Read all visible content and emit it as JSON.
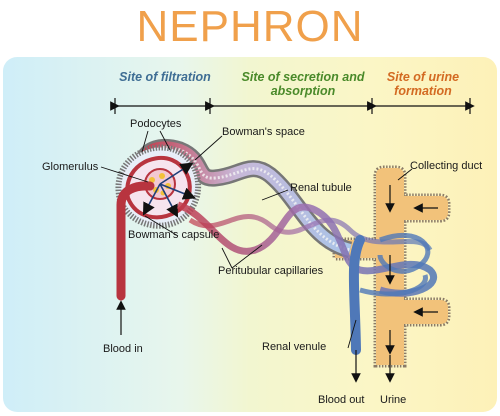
{
  "title": "NEPHRON",
  "sections": {
    "filtration": "Site of filtration",
    "secretion": "Site of secretion and absorption",
    "urine": "Site of urine formation"
  },
  "labels": {
    "podocytes": "Podocytes",
    "bowmans_space": "Bowman's space",
    "glomerulus": "Glomerulus",
    "renal_tubule": "Renal tubule",
    "collecting_duct": "Collecting duct",
    "bowmans_capsule": "Bowman's capsule",
    "peritubular_capillaries": "Peritubular capillaries",
    "blood_in": "Blood in",
    "renal_venule": "Renal venule",
    "blood_out": "Blood out",
    "urine": "Urine"
  },
  "colors": {
    "title": "#f0a04b",
    "filtration": "#3e6d94",
    "secretion": "#4a8a2a",
    "urine": "#d36a22",
    "artery": "#b8343f",
    "vein": "#4f78b8",
    "duct": "#f2c27a"
  }
}
